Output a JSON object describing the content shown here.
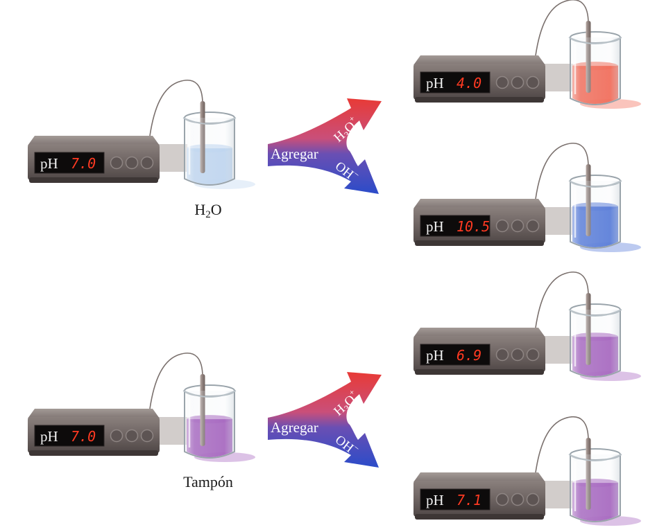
{
  "meter_label": "pH",
  "arrow_label": "Agregar",
  "ions": {
    "acid": {
      "base": "H",
      "sub": "3",
      "mid": "O",
      "sup": "+"
    },
    "base": {
      "base": "OH",
      "sup": "−"
    }
  },
  "captions": {
    "water": {
      "base": "H",
      "sub": "2",
      "rest": "O"
    },
    "buffer": "Tampón"
  },
  "readings": {
    "water_initial": "7.0",
    "water_acid": "4.0",
    "water_base": "10.5",
    "buffer_initial": "7.0",
    "buffer_acid": "6.9",
    "buffer_base": "7.1"
  },
  "colors": {
    "water_neutral": "#b7d0ee",
    "acid": "#f2553e",
    "base": "#3f68d4",
    "buffer": "#9a4fb6",
    "arrow_red": "#e83a36",
    "arrow_blue": "#2b4cc9",
    "display_digits": "#ff3a22",
    "meter_body": "#6e6462"
  }
}
